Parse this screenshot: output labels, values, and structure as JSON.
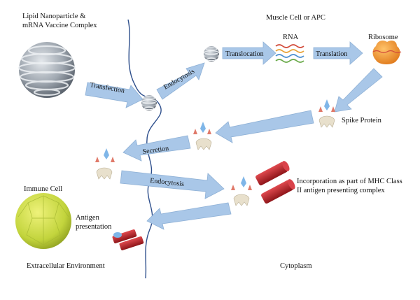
{
  "labels": {
    "lnp": "Lipid Nanoparticle &",
    "lnp_line2": "mRNA Vaccine Complex",
    "muscle_cell": "Muscle Cell or APC",
    "rna": "RNA",
    "ribosome": "Ribosome",
    "spike_protein": "Spike Protein",
    "immune_cell": "Immune Cell",
    "antigen_presentation": "Antigen",
    "antigen_presentation_line2": "presentation",
    "mhc": "Incorporation as part of MHC Class",
    "mhc_line2": "II antigen presenting complex",
    "extracellular": "Extracellular Environment",
    "cytoplasm": "Cytoplasm"
  },
  "arrows": {
    "transfection": "Transfection",
    "endocytosis_1": "Endocytosis",
    "translocation": "Translocation",
    "translation": "Translation",
    "secretion": "Secretion",
    "endocytosis_2": "Endocytosis"
  },
  "colors": {
    "arrow_fill": "#a9c7e8",
    "arrow_stroke": "#8fb1d6",
    "membrane": "#2e4f8c",
    "lnp": "#9aa3ad",
    "ribosome": "#f0922e",
    "immune_cell": "#c8d84a",
    "mhc": "#c0272d",
    "spike": "#e8e0cc"
  }
}
